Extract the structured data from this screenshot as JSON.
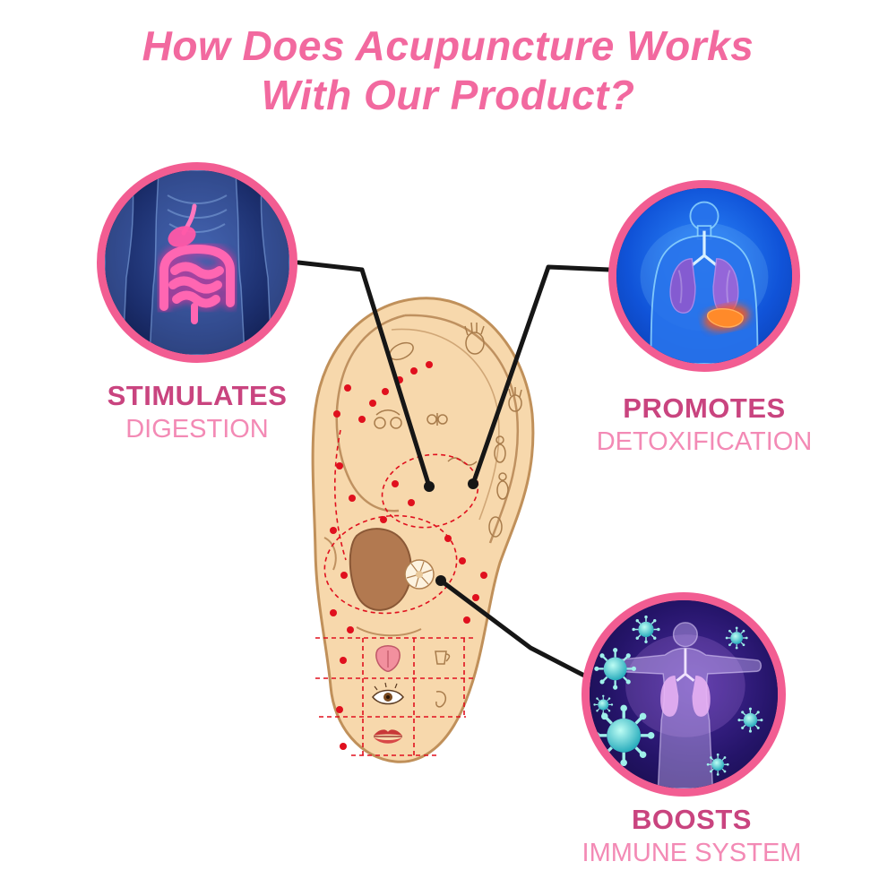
{
  "title": {
    "line1": "How Does Acupuncture Works",
    "line2": "With Our Product?"
  },
  "callouts": {
    "digestion": {
      "heading": "STIMULATES",
      "subheading": "DIGESTION",
      "image": "xray-digestive-system-photo"
    },
    "detox": {
      "heading": "PROMOTES",
      "subheading": "DETOXIFICATION",
      "image": "body-detox-organs-photo"
    },
    "immune": {
      "heading": "BOOSTS",
      "subheading": "IMMUNE SYSTEM",
      "image": "immune-virus-body-photo"
    }
  },
  "illustration": {
    "name": "ear-reflexology-acupuncture-map"
  },
  "colors": {
    "title_pink": "#f2699f",
    "heading_pink": "#c9447f",
    "subheading_pink": "#f38ab5",
    "bubble_border_pink": "#f25d92",
    "ear_skin": "#f7d8ac",
    "ear_outline": "#c0905a",
    "acupoint_red": "#e0101e",
    "connector_black": "#161616"
  }
}
